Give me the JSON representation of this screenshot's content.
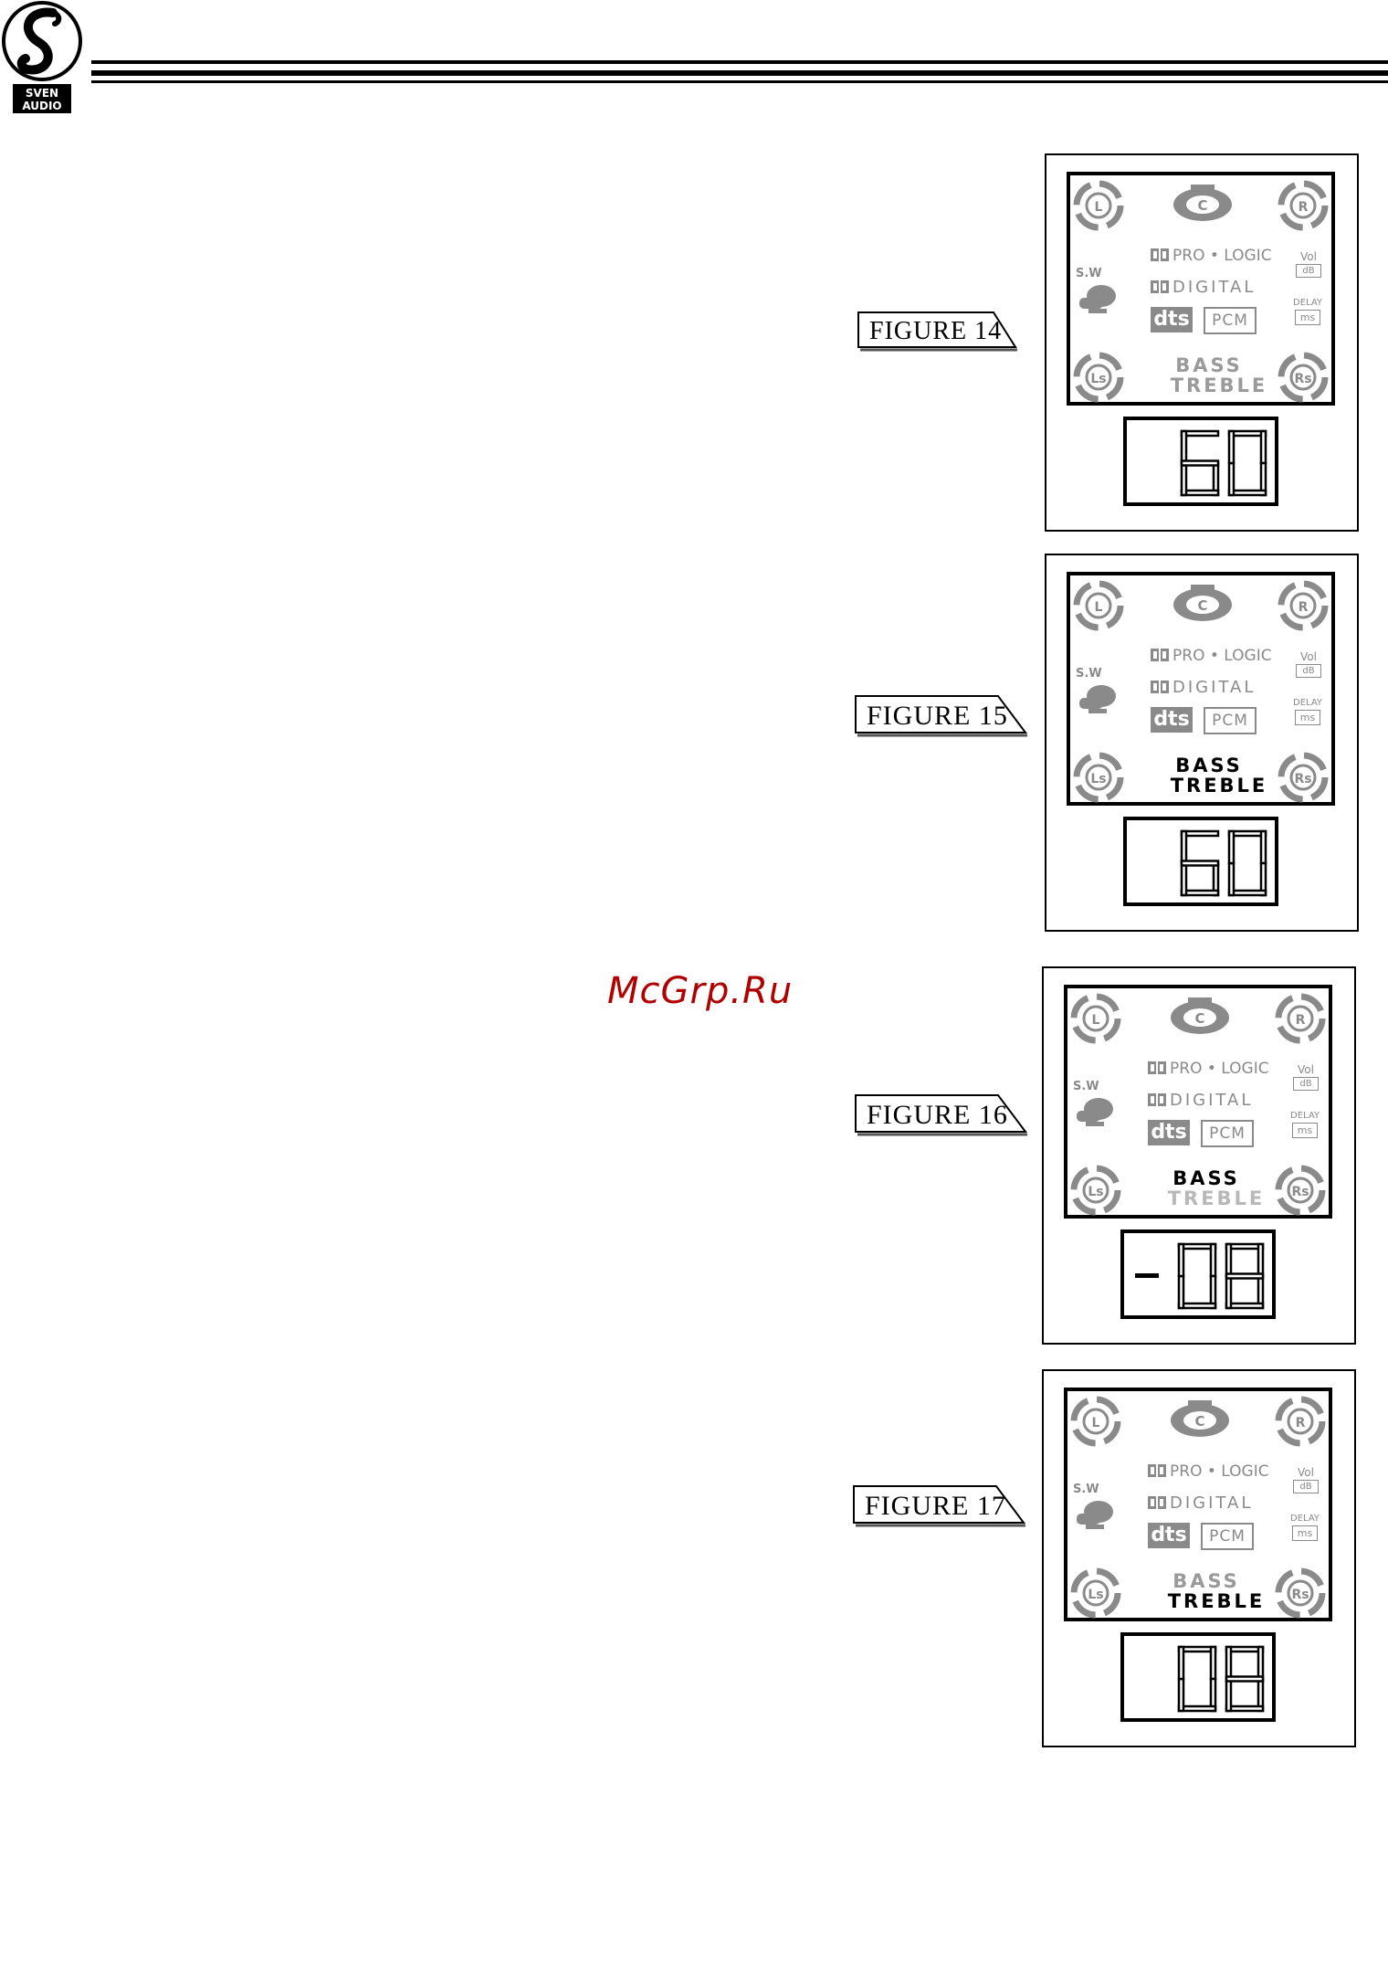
{
  "header": {
    "logo_text": [
      "SVEN",
      "AUDIO"
    ]
  },
  "watermark": "McGrp.Ru",
  "figures": [
    {
      "tag": "FIGURE 14",
      "bass": "BASS",
      "treble": "TREBLE",
      "bass_state": "ghost",
      "treble_state": "ghost",
      "display": "60"
    },
    {
      "tag": "FIGURE 15",
      "bass": "BASS",
      "treble": "TREBLE",
      "bass_state": "on",
      "treble_state": "on",
      "display": "60"
    },
    {
      "tag": "FIGURE 16",
      "bass": "BASS",
      "treble": "TREBLE",
      "bass_state": "on",
      "treble_state": "off",
      "display": "-08"
    },
    {
      "tag": "FIGURE 17",
      "bass": "BASS",
      "treble": "TREBLE",
      "bass_state": "ghost",
      "treble_state": "on",
      "display": "08"
    }
  ],
  "lcd_labels": {
    "front_left": "L",
    "front_right": "R",
    "center": "C",
    "surround_left": "Ls",
    "surround_right": "Rs",
    "subwoofer": "S.W",
    "pro_logic": "PRO • LOGIC",
    "digital": "DIGITAL",
    "dts": "dts",
    "pcm": "PCM",
    "vol": "Vol",
    "db": "dB",
    "delay": "DELAY",
    "ms": "ms"
  },
  "colors": {
    "ink": "#000000",
    "lcd_segment_gray": "#8a8a8a",
    "watermark_red": "#b00000"
  }
}
